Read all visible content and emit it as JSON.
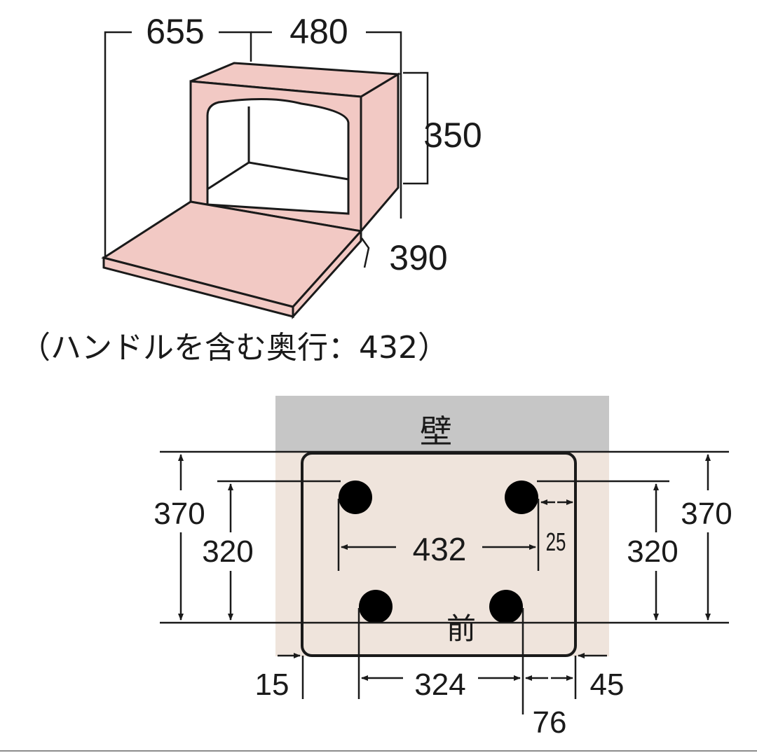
{
  "colors": {
    "oven_fill": "#f2c9c4",
    "oven_stroke": "#1a1a1a",
    "wall_fill": "#c6c6c6",
    "clearance_fill": "#efe4dc",
    "foot_fill": "#000000",
    "line": "#1a1a1a"
  },
  "oven": {
    "total_depth": "655",
    "width": "480",
    "height": "350",
    "depth": "390",
    "note": "（ハンドルを含む奥行：432）"
  },
  "footprint": {
    "wall_label": "壁",
    "front_label": "前",
    "left_depth": "370",
    "left_foot_span": "320",
    "right_depth": "370",
    "right_foot_span": "320",
    "back_foot_spacing": "432",
    "back_foot_inset": "25",
    "front_foot_spacing": "324",
    "left_offset": "15",
    "right_offset": "45",
    "front_right_foot_inset": "76"
  }
}
